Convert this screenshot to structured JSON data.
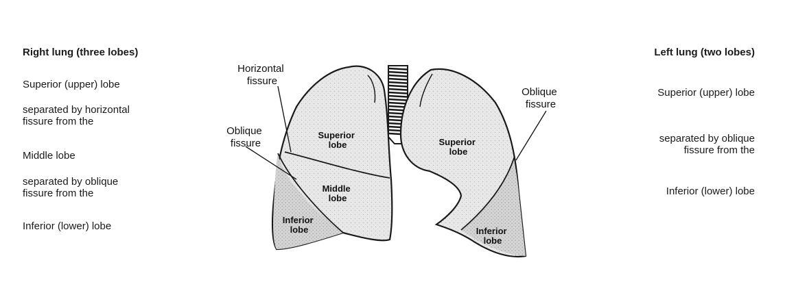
{
  "right_lung": {
    "heading": "Right lung (three lobes)",
    "superior": "Superior (upper) lobe",
    "sep_horizontal": "separated by horizontal\nfissure from the",
    "middle": "Middle lobe",
    "sep_oblique": "separated by oblique\nfissure from the",
    "inferior": "Inferior (lower) lobe"
  },
  "left_lung": {
    "heading": "Left lung (two lobes)",
    "superior": "Superior (upper) lobe",
    "sep_oblique": "separated by oblique\nfissure from the",
    "inferior": "Inferior (lower) lobe"
  },
  "diagram": {
    "horizontal_fissure_line1": "Horizontal",
    "horizontal_fissure_line2": "fissure",
    "oblique_fissure_right_line1": "Oblique",
    "oblique_fissure_right_line2": "fissure",
    "oblique_fissure_left_line1": "Oblique",
    "oblique_fissure_left_line2": "fissure",
    "right_superior_line1": "Superior",
    "right_superior_line2": "lobe",
    "right_middle_line1": "Middle",
    "right_middle_line2": "lobe",
    "right_inferior_line1": "Inferior",
    "right_inferior_line2": "lobe",
    "left_superior_line1": "Superior",
    "left_superior_line2": "lobe",
    "left_inferior_line1": "Inferior",
    "left_inferior_line2": "lobe"
  },
  "colors": {
    "lung_fill": "#e6e6e6",
    "inferior_fill": "#d2d2d2",
    "outline": "#1a1a1a"
  }
}
